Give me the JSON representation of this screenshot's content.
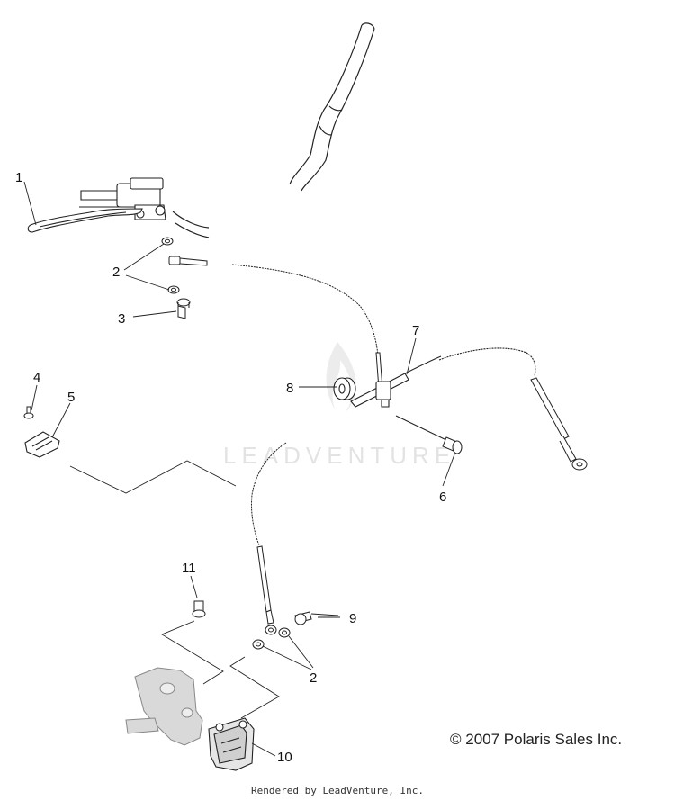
{
  "diagram": {
    "callouts": [
      {
        "id": "c1",
        "label": "1"
      },
      {
        "id": "c2a",
        "label": "2"
      },
      {
        "id": "c3",
        "label": "3"
      },
      {
        "id": "c4",
        "label": "4"
      },
      {
        "id": "c5",
        "label": "5"
      },
      {
        "id": "c6",
        "label": "6"
      },
      {
        "id": "c7",
        "label": "7"
      },
      {
        "id": "c8",
        "label": "8"
      },
      {
        "id": "c9",
        "label": "9"
      },
      {
        "id": "c2b",
        "label": "2"
      },
      {
        "id": "c10",
        "label": "10"
      },
      {
        "id": "c11",
        "label": "11"
      }
    ],
    "watermark": "LEADVENTURE",
    "copyright": "© 2007 Polaris Sales Inc.",
    "rendered_by": "Rendered by LeadVenture, Inc."
  },
  "colors": {
    "line": "#222222",
    "part_fill": "#d9d9d9",
    "watermark": "#e3e3e3"
  }
}
